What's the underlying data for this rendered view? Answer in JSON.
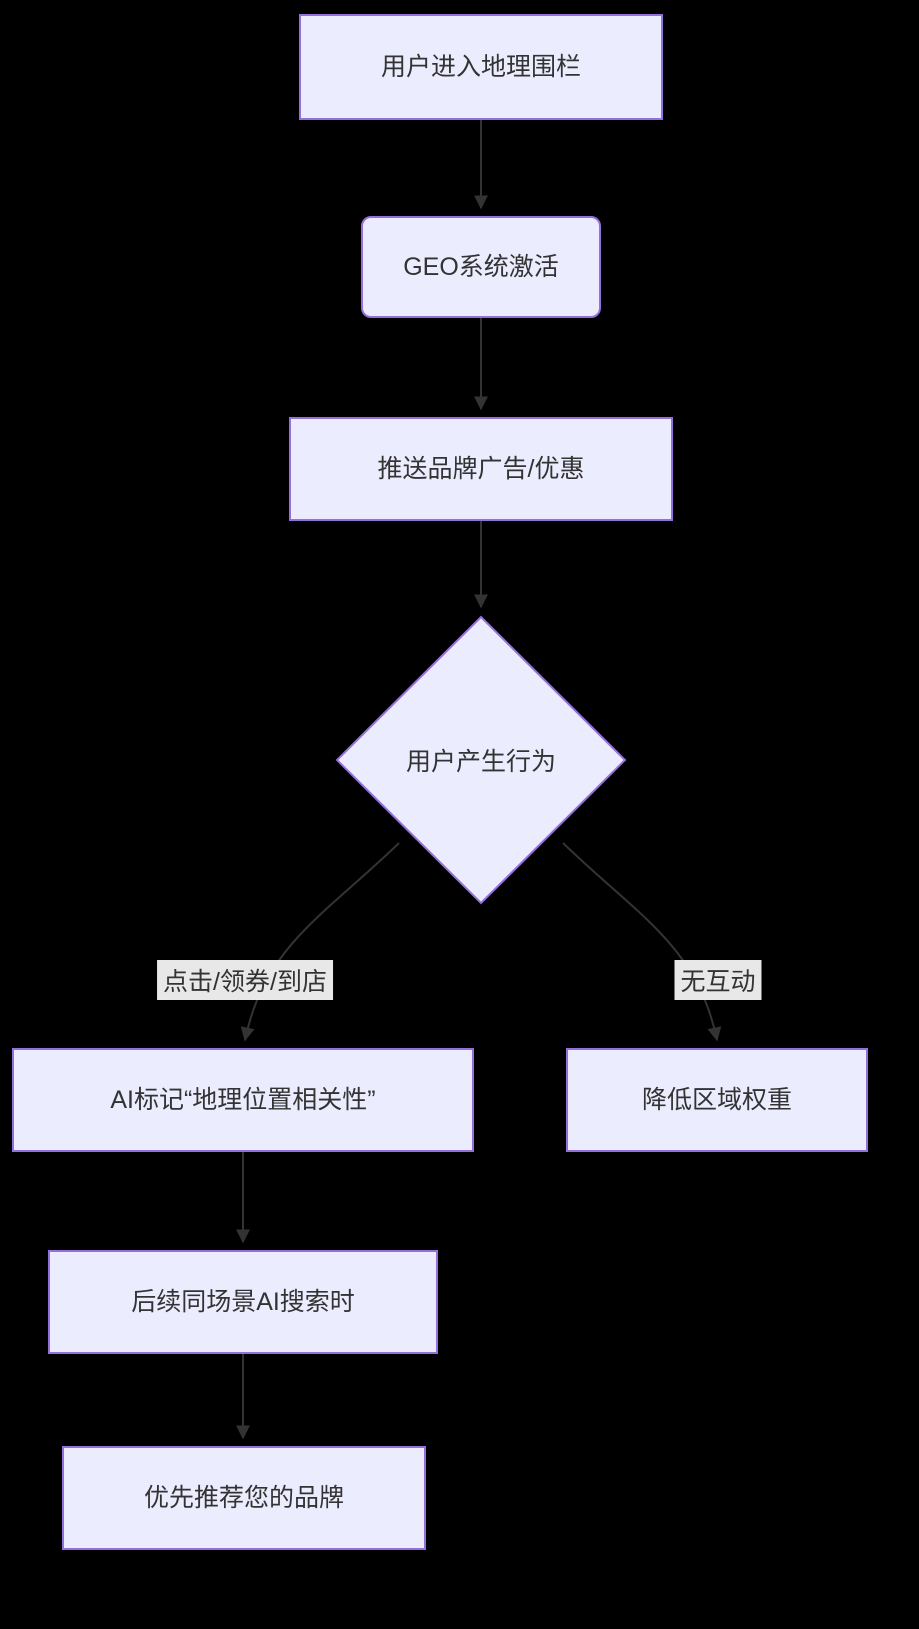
{
  "diagram": {
    "type": "flowchart",
    "background_color": "#000000",
    "node_fill_color": "#ECECFF",
    "node_border_color": "#9370DB",
    "node_text_color": "#333333",
    "edge_color": "#333333",
    "edge_label_background": "#E8E8E8",
    "nodes": {
      "enter_geofence": {
        "label": "用户进入地理围栏",
        "shape": "rect"
      },
      "geo_activated": {
        "label": "GEO系统激活",
        "shape": "rounded-rect"
      },
      "push_ads": {
        "label": "推送品牌广告/优惠",
        "shape": "rect"
      },
      "user_behavior": {
        "label": "用户产生行为",
        "shape": "diamond"
      },
      "ai_mark": {
        "label": "AI标记“地理位置相关性”",
        "shape": "rect"
      },
      "reduce_weight": {
        "label": "降低区域权重",
        "shape": "rect"
      },
      "subsequent_search": {
        "label": "后续同场景AI搜索时",
        "shape": "rect"
      },
      "recommend_brand": {
        "label": "优先推荐您的品牌",
        "shape": "rect"
      }
    },
    "edges": {
      "interaction": {
        "label": "点击/领券/到店",
        "from": "user_behavior",
        "to": "ai_mark"
      },
      "no_interaction": {
        "label": "无互动",
        "from": "user_behavior",
        "to": "reduce_weight"
      }
    }
  }
}
